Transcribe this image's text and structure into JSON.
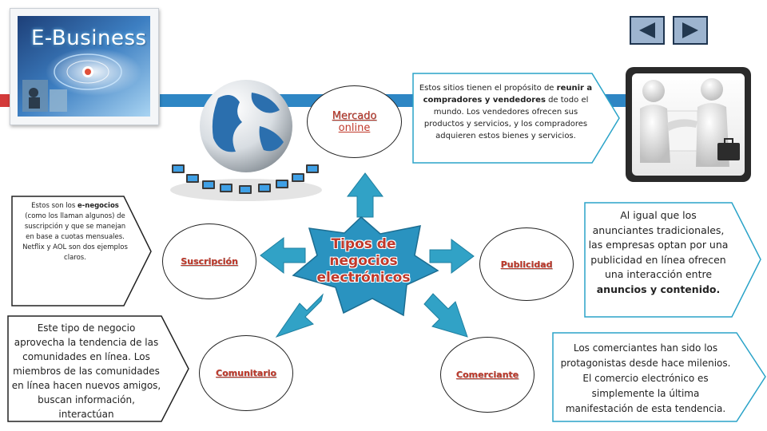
{
  "banner": {
    "title": "E-Business"
  },
  "nav": {
    "prev_icon": "triangle-left-icon",
    "next_icon": "triangle-right-icon"
  },
  "center": {
    "title_line1": "Tipos de",
    "title_line2": "negocios",
    "title_line3": "electrónicos"
  },
  "nodes": {
    "mercado": {
      "line1": "Mercado",
      "line2": "online"
    },
    "suscripcion": {
      "label": "Suscripción"
    },
    "publicidad": {
      "label": "Publicidad"
    },
    "comunitario": {
      "label": "Comunitario"
    },
    "comerciante": {
      "label": "Comerciante"
    }
  },
  "callouts": {
    "mercado": {
      "p1": "Estos sitios tienen el propósito de ",
      "bold": "reunir a compradores y vendedores",
      "p2": " de todo el mundo. Los vendedores ofrecen sus productos y servicios, y los compradores adquieren estos bienes y servicios."
    },
    "suscripcion": {
      "p1": "Estos son los ",
      "bold": "e-negocios",
      "p2": " (como los llaman algunos) de suscripción y que se manejan en base a cuotas mensuales. Netflix y AOL son dos ejemplos claros."
    },
    "publicidad": {
      "p1": "Al igual que los anunciantes tradicionales, las empresas optan por una publicidad en línea ofrecen una interacción entre ",
      "bold": "anuncios y contenido."
    },
    "comunitario": {
      "text": "Este tipo de negocio aprovecha la tendencia de las comunidades en línea. Los miembros de las comunidades en línea hacen nuevos amigos, buscan información, interactúan"
    },
    "comerciante": {
      "text": "Los comerciantes han sido los protagonistas desde hace milenios. El comercio electrónico es simplemente la última manifestación de esta tendencia."
    }
  },
  "colors": {
    "accent_red": "#c0392b",
    "arrow_blue": "#31a2c6",
    "star_blue": "#2a93c0",
    "callout_border": "#2aa3c8"
  }
}
